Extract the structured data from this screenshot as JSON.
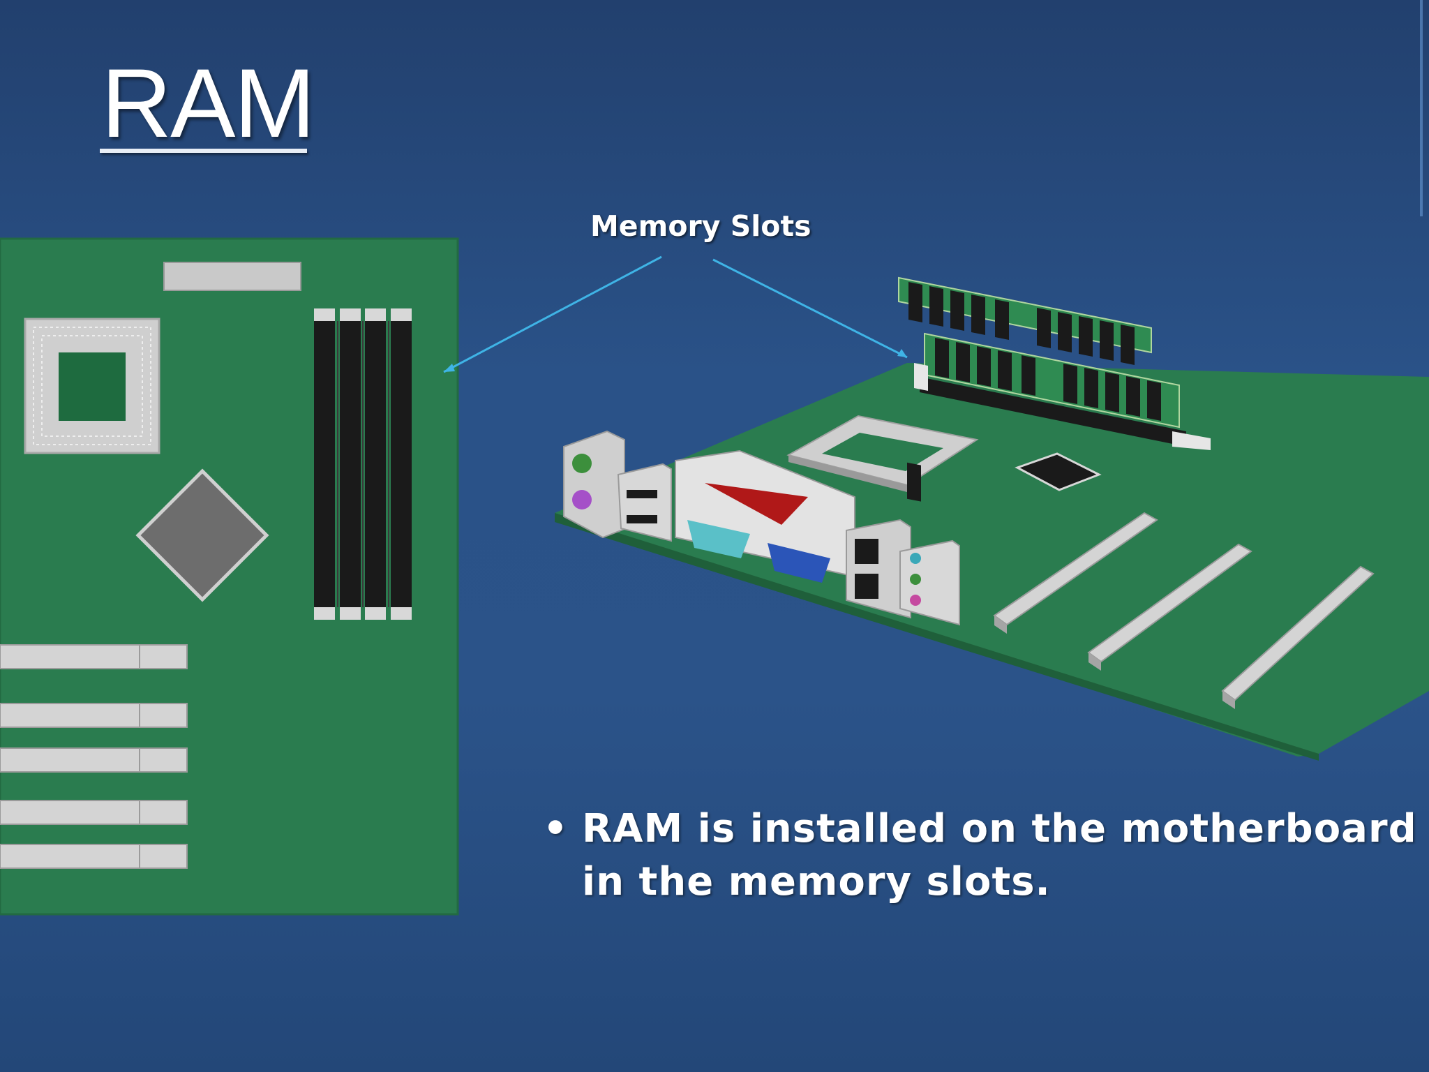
{
  "slide": {
    "title": "RAM",
    "callout_label": "Memory Slots",
    "bullet_symbol": "•",
    "bullet_text": "RAM is installed on the motherboard in the memory slots."
  },
  "colors": {
    "background": "#2b5389",
    "board_green": "#2a7c4f",
    "slot_dark": "#1a1a1a",
    "slot_light": "#d8d8d8",
    "callout_line": "#3fb4e6",
    "text": "#ffffff"
  },
  "icons": [
    "motherboard-2d-diagram",
    "motherboard-3d-illustration",
    "ram-stick",
    "callout-arrow"
  ]
}
